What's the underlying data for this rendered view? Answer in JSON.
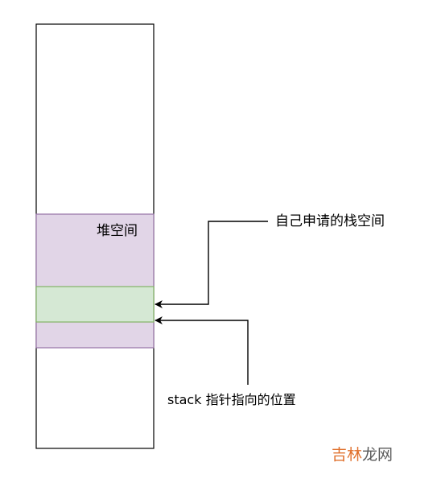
{
  "labels": {
    "heap_space": "堆空间",
    "self_allocated_stack": "自己申请的栈空间",
    "stack_pointer_target": "stack 指针指向的位置"
  },
  "watermark": {
    "part1": "吉林",
    "part2": "龙网",
    "part1_color": "#e0702c",
    "part2_color": "#5a5a5a"
  },
  "colors": {
    "heap_fill": "#e1d5e7",
    "heap_stroke": "#9673a6",
    "stack_fill": "#d5e8d4",
    "stack_stroke": "#82b366",
    "outline": "#000000"
  }
}
